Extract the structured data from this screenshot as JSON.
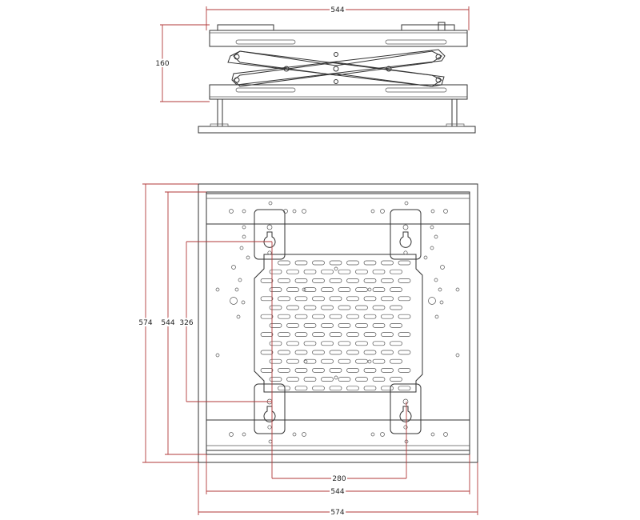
{
  "colors": {
    "outline": "#333333",
    "dimension": "#b23a3a",
    "background": "#ffffff"
  },
  "side_view": {
    "width_label": "544",
    "height_label": "160"
  },
  "plan_view": {
    "outer_height_label": "574",
    "inner_height_label": "544",
    "bracket_height_label": "326",
    "bracket_width_label": "280",
    "inner_width_label": "544",
    "outer_width_label": "574"
  }
}
